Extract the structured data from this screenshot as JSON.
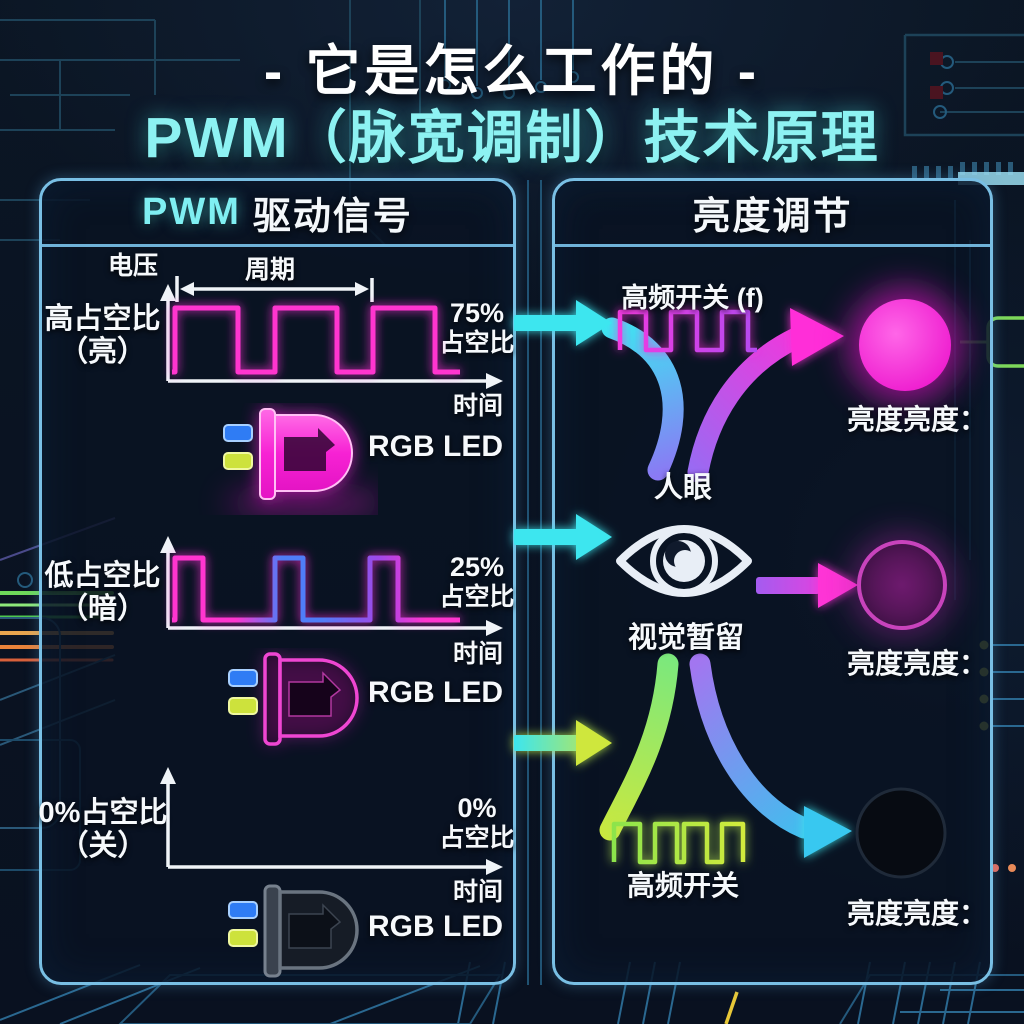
{
  "header": {
    "line1": "- 它是怎么工作的 -",
    "line2": "PWM（脉宽调制）技术原理"
  },
  "left_panel": {
    "header_highlight": "PWM",
    "header_rest": "驱动信号",
    "rows": [
      {
        "voltage_label": "电压",
        "period_label": "周期",
        "label_line1": "高占空比",
        "label_line2": "（亮）",
        "duty_value": "75%",
        "duty_unit": "占空比",
        "time_label": "时间",
        "led_label": "RGB LED",
        "led_state": "on"
      },
      {
        "label_line1": "低占空比",
        "label_line2": "（暗）",
        "duty_value": "25%",
        "duty_unit": "占空比",
        "time_label": "时间",
        "led_label": "RGB LED",
        "led_state": "dim"
      },
      {
        "label_line1": "0%占空比",
        "label_line2": "（关）",
        "duty_value": "0%",
        "duty_unit": "占空比",
        "time_label": "时间",
        "led_label": "RGB LED",
        "led_state": "off"
      }
    ]
  },
  "right_panel": {
    "header": "亮度调节",
    "top": {
      "switch_label": "高频开关 (f)",
      "brightness_label": "亮度亮度：",
      "circle_state": "bright"
    },
    "middle": {
      "eye_label": "人眼",
      "persistence_label": "视觉暂留",
      "brightness_label": "亮度亮度：",
      "circle_state": "dim"
    },
    "bottom": {
      "switch_label": "高频开关",
      "brightness_label": "亮度亮度：",
      "circle_state": "off"
    }
  },
  "colors": {
    "accent_cyan": "#7FEFF2",
    "magenta": "#FF2FD6",
    "blue": "#4F7DF8",
    "green": "#9BE83C",
    "panel_border": "#79BFE4",
    "background": "#0A1322",
    "text": "#FFFFFF"
  }
}
